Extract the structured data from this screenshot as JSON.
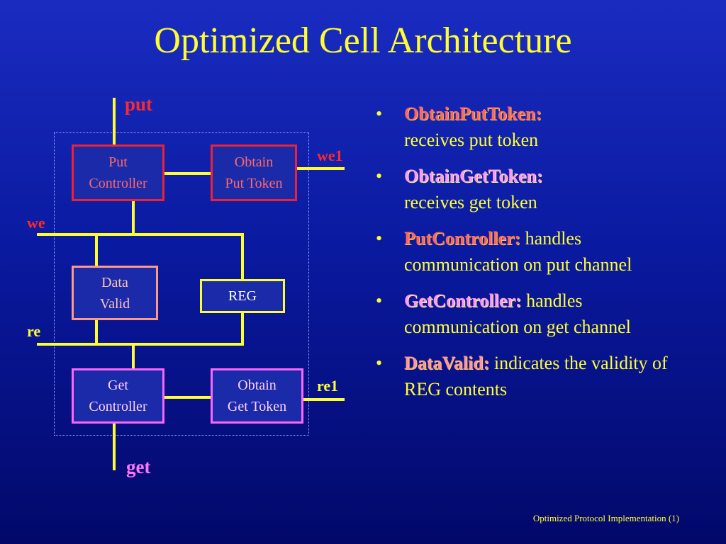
{
  "title": "Optimized Cell Architecture",
  "diagram": {
    "labels": {
      "put": "put",
      "get": "get",
      "we": "we",
      "re": "re",
      "we1": "we1",
      "re1": "re1"
    },
    "boxes": {
      "put_controller": [
        "Put",
        "Controller"
      ],
      "obtain_put_token": [
        "Obtain",
        "Put Token"
      ],
      "data_valid": [
        "Data",
        "Valid"
      ],
      "reg": [
        "REG"
      ],
      "get_controller": [
        "Get",
        "Controller"
      ],
      "obtain_get_token": [
        "Obtain",
        "Get Token"
      ]
    }
  },
  "bullets": [
    {
      "term": "ObtainPutToken",
      "colon": ":",
      "desc": "receives put token"
    },
    {
      "term": "ObtainGetToken",
      "colon": ":",
      "desc": "receives get token"
    },
    {
      "term": "PutController",
      "colon": ":",
      "desc": "handles communication on put channel"
    },
    {
      "term": "GetController",
      "colon": ":",
      "desc": "handles communication on get channel"
    },
    {
      "term": "DataValid",
      "colon": ":",
      "desc": "indicates the validity of REG contents"
    }
  ],
  "bullet_char": "•",
  "footer": "Optimized Protocol Implementation (1)",
  "colors": {
    "background": "#0a1aa0",
    "title": "#ffff33",
    "wire": "#ffff33",
    "put_box": "#ee2233",
    "datavalid_box": "#ff9988",
    "reg_box": "#ffff33",
    "get_box": "#ff66ff"
  }
}
